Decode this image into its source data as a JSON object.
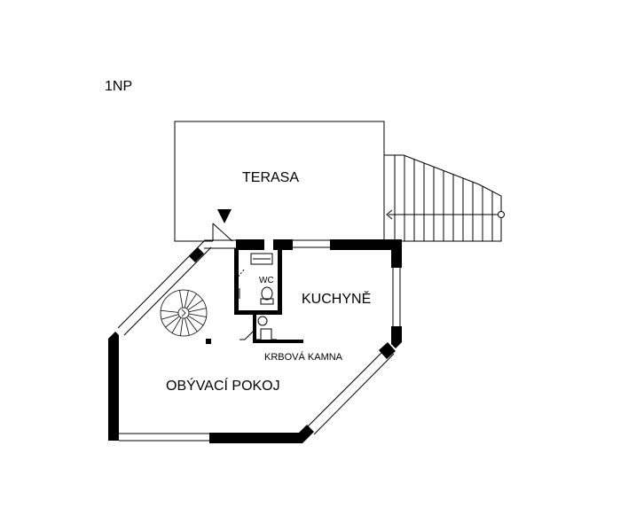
{
  "floor_label": "1NP",
  "rooms": {
    "terrace": "TERASA",
    "wc": "WC",
    "kitchen": "KUCHYNĚ",
    "fireplace": "KRBOVÁ KAMNA",
    "living_room": "OBÝVACÍ POKOJ"
  },
  "symbols": [
    "entrance-arrow-icon",
    "spiral-stair-icon",
    "straight-stair-icon",
    "toilet-icon",
    "sink-icon"
  ]
}
